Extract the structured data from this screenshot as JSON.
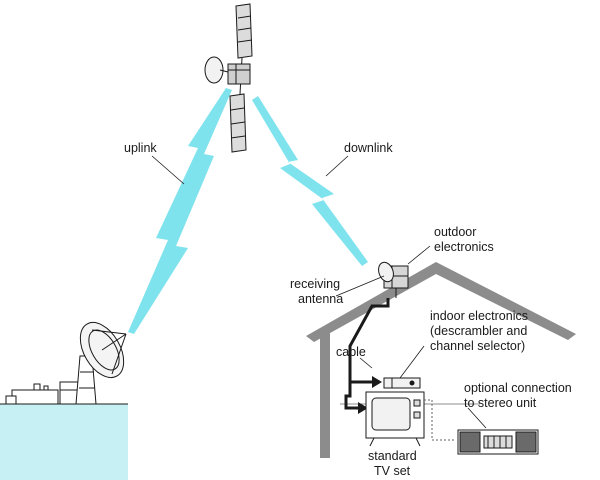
{
  "labels": {
    "uplink": "uplink",
    "downlink": "downlink",
    "outdoor_line1": "outdoor",
    "outdoor_line2": "electronics",
    "receiving_line1": "receiving",
    "receiving_line2": "antenna",
    "indoor_line1": "indoor electronics",
    "indoor_line2": "(descrambler and",
    "indoor_line3": "channel selector)",
    "cable": "cable",
    "optional_line1": "optional connection",
    "optional_line2": "to stereo unit",
    "tv_line1": "standard",
    "tv_line2": "TV set"
  },
  "colors": {
    "beam": "#7fe3ee",
    "water": "#c6f0f4",
    "ink": "#1a1a1a",
    "roof": "#8c8c8c"
  }
}
